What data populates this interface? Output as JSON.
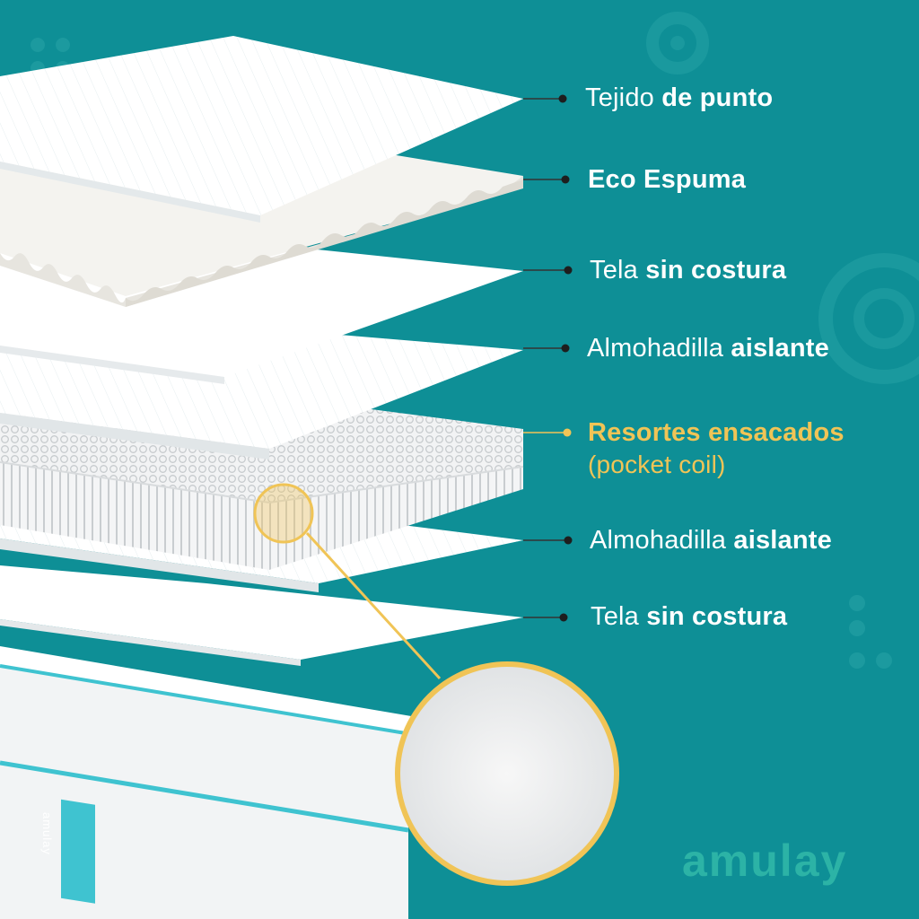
{
  "layers": [
    {
      "light": "Tejido ",
      "bold": "de punto"
    },
    {
      "light": "",
      "bold": "Eco Espuma"
    },
    {
      "light": "Tela ",
      "bold": "sin costura"
    },
    {
      "light": "Almohadilla ",
      "bold": "aislante"
    },
    {
      "light": "",
      "bold": "Resortes ensacados",
      "sub": "(pocket coil)"
    },
    {
      "light": "Almohadilla ",
      "bold": "aislante"
    },
    {
      "light": "Tela ",
      "bold": "sin costura"
    }
  ],
  "brand": {
    "logo_text": "amulay",
    "side_tag": "amulay"
  },
  "colors": {
    "background": "#0e8f96",
    "highlight": "#f0c456",
    "text": "#ffffff",
    "trim": "#3fc3d0"
  }
}
